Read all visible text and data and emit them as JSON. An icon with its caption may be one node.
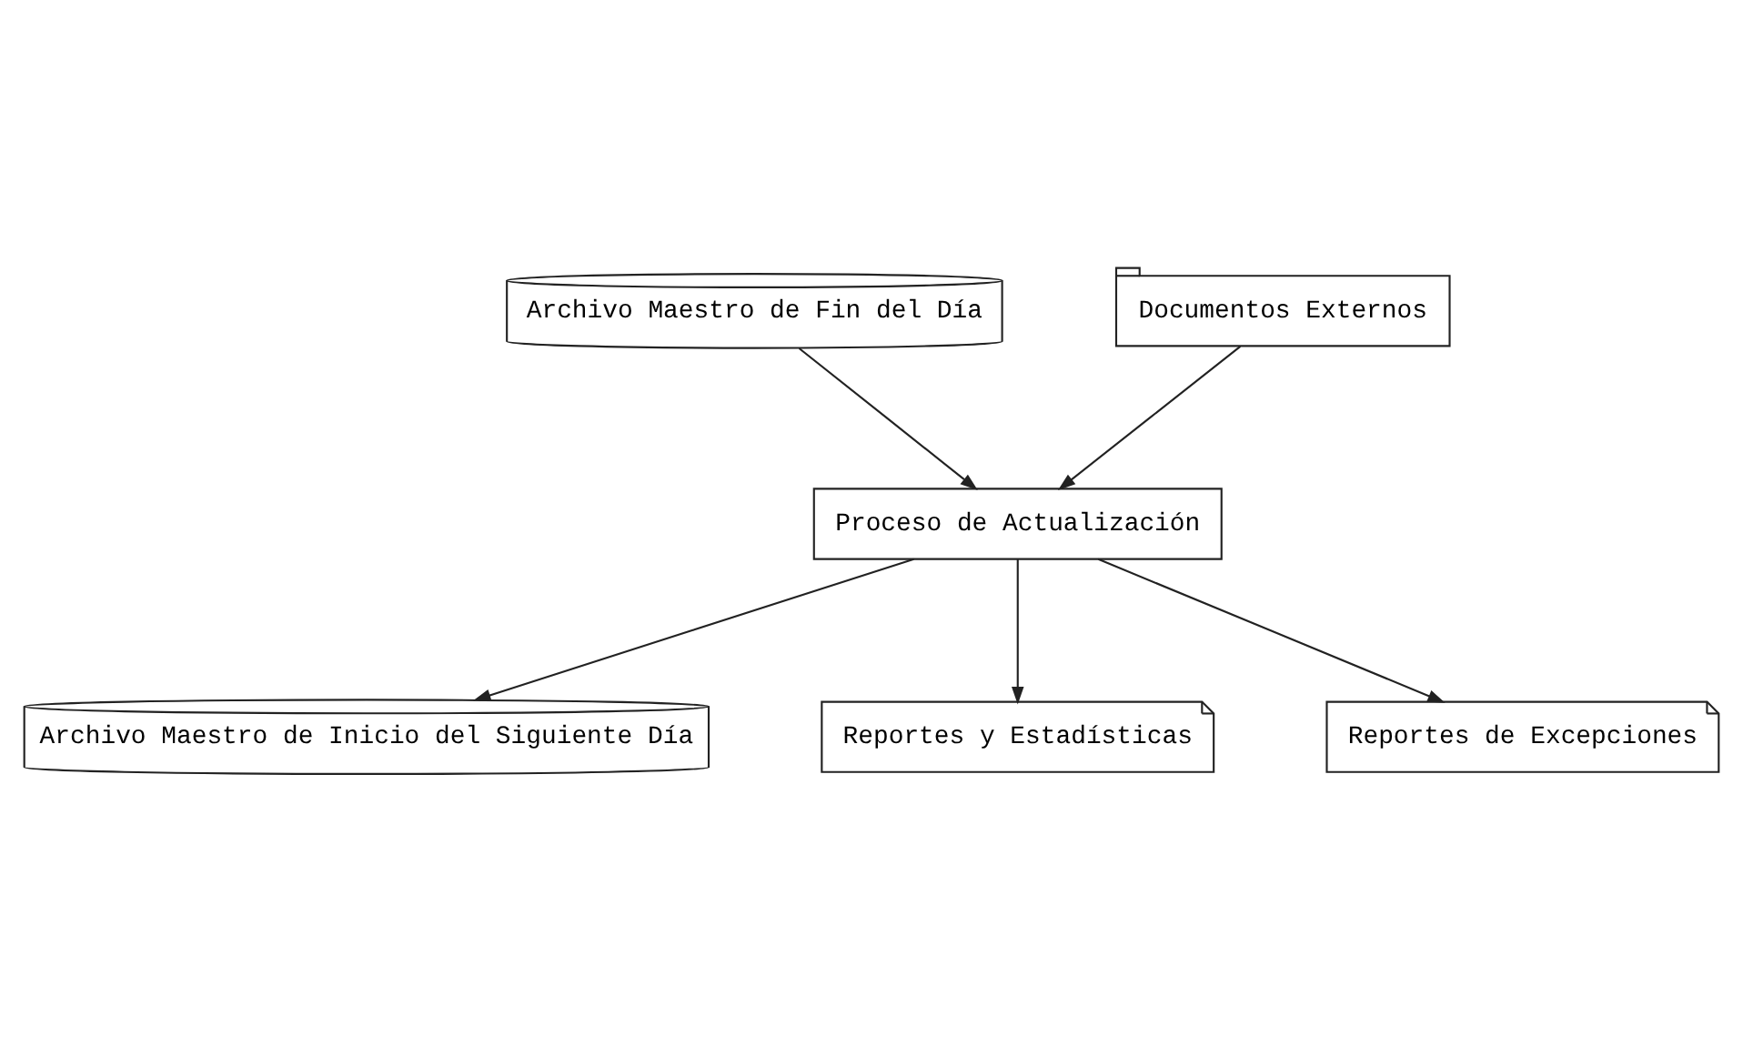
{
  "diagram": {
    "nodes": [
      {
        "text": [
          "Archivo Maestro de Fin del Día"
        ]
      },
      {
        "text": [
          "Documentos Externos"
        ]
      },
      {
        "text": [
          "Proceso de Actualización"
        ]
      },
      {
        "text": [
          "Archivo Maestro de Inicio del Siguiente Día"
        ]
      },
      {
        "text": [
          "Reportes y Estadísticas"
        ]
      },
      {
        "text": [
          "Reportes de Excepciones"
        ]
      }
    ],
    "edges": [
      {
        "from": 0,
        "to": 2,
        "arrow": "to"
      },
      {
        "from": 1,
        "to": 2,
        "arrow": "to"
      },
      {
        "from": 2,
        "to": 3,
        "arrow": "to"
      },
      {
        "from": 2,
        "to": 4,
        "arrow": "to"
      },
      {
        "from": 2,
        "to": 5,
        "arrow": "to"
      }
    ]
  }
}
